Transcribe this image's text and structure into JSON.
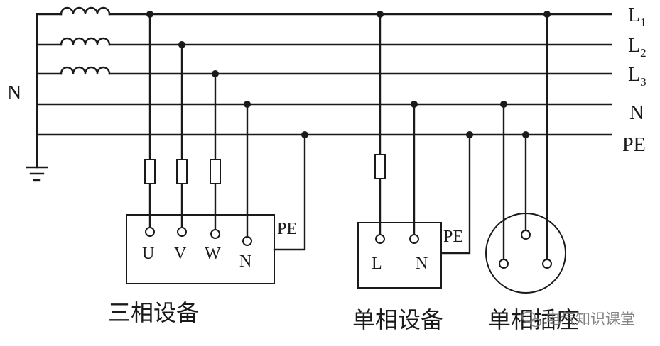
{
  "bus_labels": {
    "L1": {
      "main": "L",
      "sub": "1"
    },
    "L2": {
      "main": "L",
      "sub": "2"
    },
    "L3": {
      "main": "L",
      "sub": "3"
    },
    "N": "N",
    "PE": "PE"
  },
  "source_neutral_label": "N",
  "three_phase": {
    "title": "三相设备",
    "terminals": [
      "U",
      "V",
      "W",
      "N"
    ],
    "pe_label": "PE"
  },
  "single_phase": {
    "title": "单相设备",
    "terminals": [
      "L",
      "N"
    ],
    "pe_label": "PE"
  },
  "socket": {
    "title": "单相插座"
  },
  "watermark": "电气知识课堂"
}
